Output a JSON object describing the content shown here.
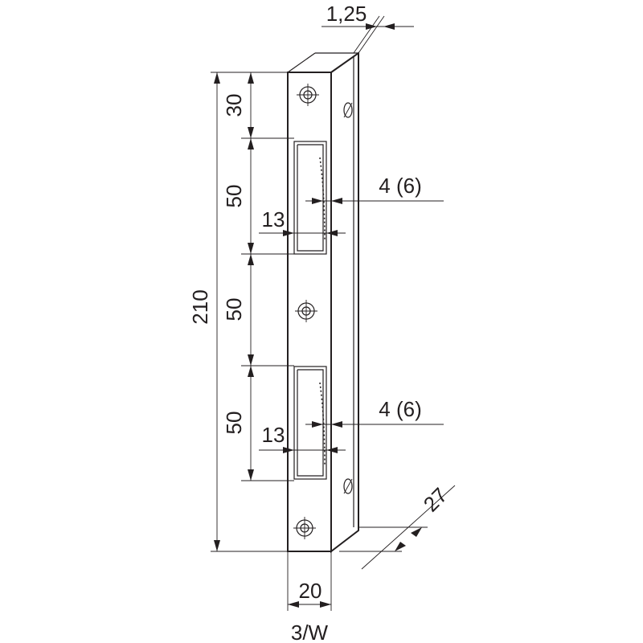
{
  "dimensions": {
    "thickness": "1,25",
    "top_offset": "30",
    "slot_top_height": "50",
    "slot_top_depth": "4 (6)",
    "slot_top_width": "13",
    "middle_gap": "50",
    "total_height": "210",
    "slot_bottom_height": "50",
    "slot_bottom_width": "13",
    "slot_bottom_depth": "4 (6)",
    "flange_width": "27",
    "plate_width": "20"
  },
  "caption": "3/W"
}
